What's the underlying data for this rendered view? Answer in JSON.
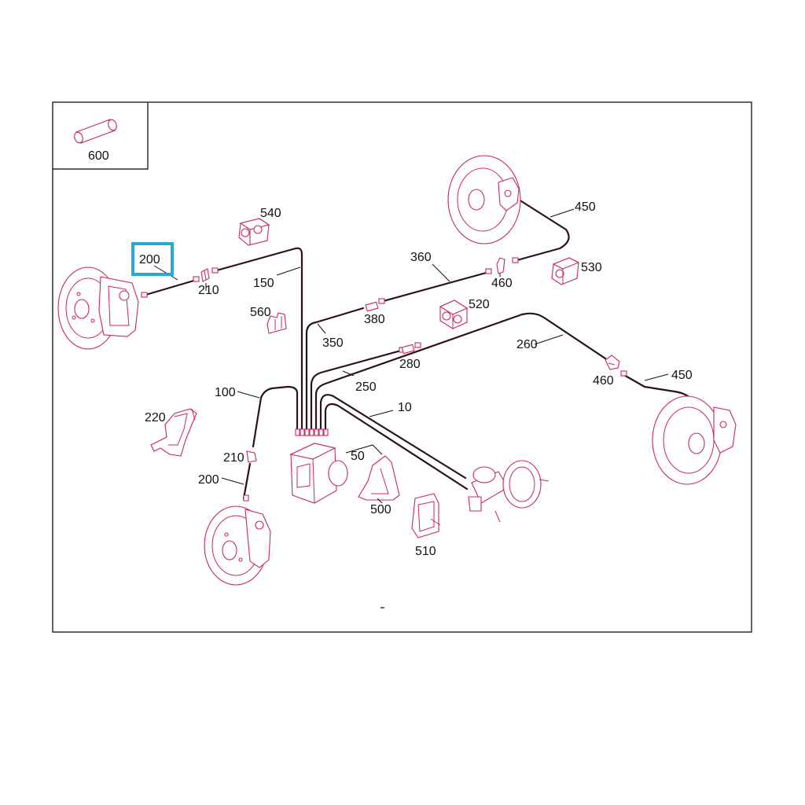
{
  "colors": {
    "frame": "#000000",
    "part_lines": "#c8285a",
    "pipes": "#2a1218",
    "highlight": "#2aa8d6",
    "text": "#111111"
  },
  "inset": {
    "part_number": "600"
  },
  "callouts": {
    "c200_top": "200",
    "c210_top": "210",
    "c540": "540",
    "c150": "150",
    "c560": "560",
    "c360": "360",
    "c450_top": "450",
    "c460_top": "460",
    "c530": "530",
    "c380": "380",
    "c520": "520",
    "c350": "350",
    "c260": "260",
    "c280": "280",
    "c250": "250",
    "c460_right": "460",
    "c450_right": "450",
    "c100": "100",
    "c10": "10",
    "c220": "220",
    "c210_bottom": "210",
    "c50": "50",
    "c200_bottom": "200",
    "c500": "500",
    "c510": "510"
  },
  "highlighted_callout": "200"
}
